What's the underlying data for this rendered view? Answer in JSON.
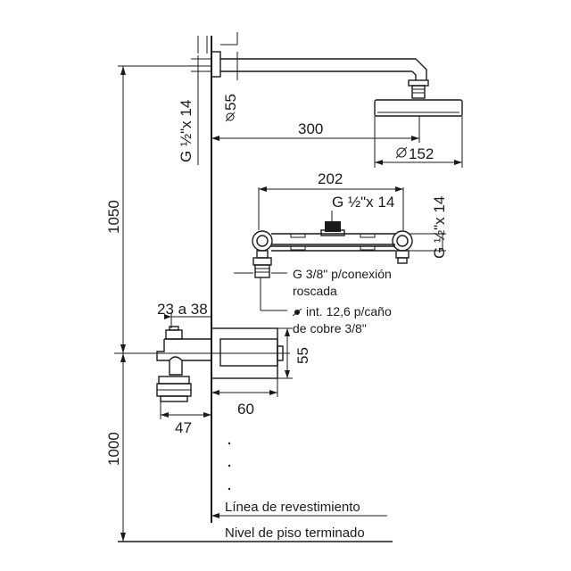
{
  "dimensions": {
    "total_height": "1050",
    "mixer_height": "1000",
    "arm_length": "300",
    "head_diameter": "152",
    "arm_diameter": "55",
    "arm_thread": "G ½\"x 14",
    "valve_width": "202",
    "valve_thread_inner": "G ½\"x 14",
    "valve_thread_side": "G ½\"x 14",
    "spout_range": "23 a 38",
    "spout_depth": "47",
    "plate_depth": "60",
    "plate_height": "55"
  },
  "notes": {
    "connection_1": "G 3/8\" p/conexión",
    "connection_2": "roscada",
    "copper_1": "int. 12,6 p/caño",
    "copper_2": "de cobre 3/8\""
  },
  "floor_labels": {
    "cladding": "Línea de revestimiento",
    "floor": "Nivel de piso terminado"
  }
}
